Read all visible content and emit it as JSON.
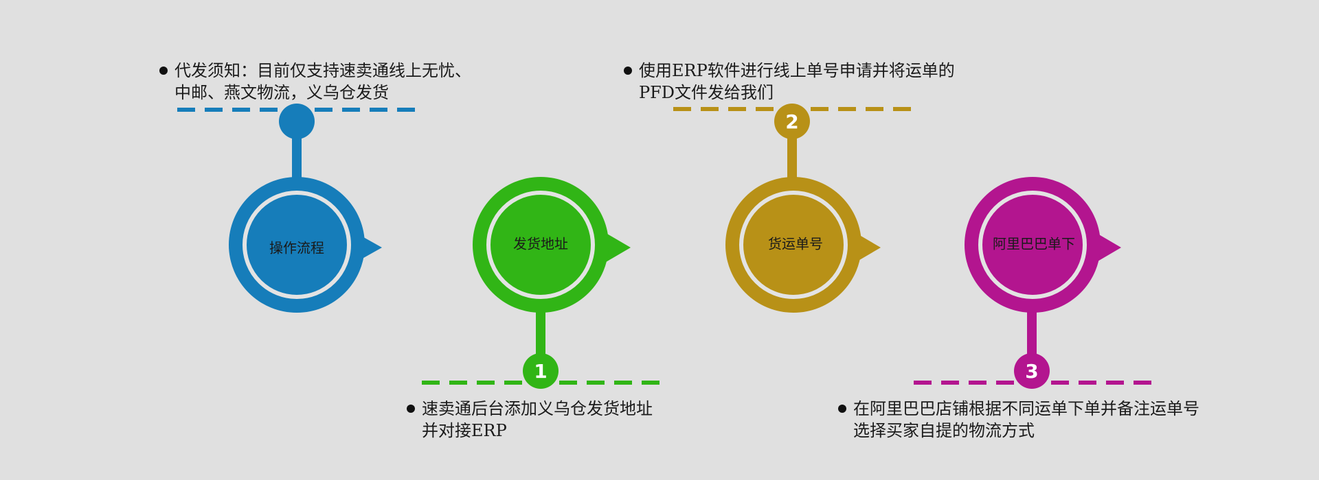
{
  "colors": {
    "background": "#e0e0e0",
    "blue": "#167dba",
    "green": "#31b516",
    "gold": "#b89117",
    "magenta": "#b3158f",
    "ring": "#e3e3e3"
  },
  "steps": [
    {
      "label": "操作流程",
      "number": "",
      "color": "#167dba",
      "note": [
        "代发须知：目前仅支持速卖通线上无忧、",
        "中邮、燕文物流，义乌仓发货"
      ]
    },
    {
      "label": "发货地址",
      "number": "1",
      "color": "#31b516",
      "note": [
        "速卖通后台添加义乌仓发货地址",
        "并对接ERP"
      ]
    },
    {
      "label": "货运单号",
      "number": "2",
      "color": "#b89117",
      "note": [
        "使用ERP软件进行线上单号申请并将运单的",
        "PFD文件发给我们"
      ]
    },
    {
      "label": "阿里巴巴单下",
      "number": "3",
      "color": "#b3158f",
      "note": [
        "在阿里巴巴店铺根据不同运单下单并备注运单号",
        "选择买家自提的物流方式"
      ]
    }
  ]
}
